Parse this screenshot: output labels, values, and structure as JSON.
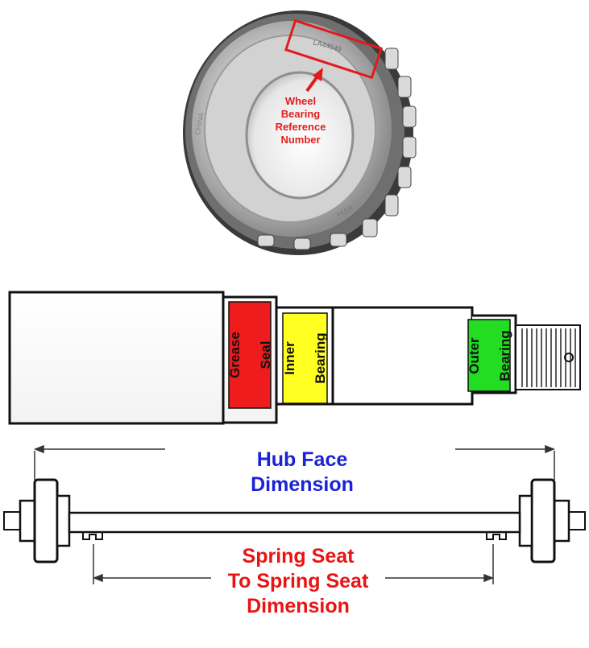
{
  "bearing": {
    "callout_lines": [
      "Wheel",
      "Bearing",
      "Reference",
      "Number"
    ],
    "highlight_color": "#e11a1a"
  },
  "spindle": {
    "sections": [
      {
        "key": "grease_seal",
        "label_lines": [
          "Grease",
          "Seal"
        ],
        "color": "#ee1c1c"
      },
      {
        "key": "inner_bearing",
        "label_lines": [
          "Inner",
          "Bearing"
        ],
        "color": "#ffff22"
      },
      {
        "key": "outer_bearing",
        "label_lines": [
          "Outer",
          "Bearing"
        ],
        "color": "#22dd22"
      }
    ]
  },
  "axle": {
    "hub_face_label_lines": [
      "Hub Face",
      "Dimension"
    ],
    "hub_face_color": "#1a23d6",
    "spring_seat_label_lines": [
      "Spring Seat",
      "To Spring Seat",
      "Dimension"
    ],
    "spring_seat_color": "#e81414"
  }
}
